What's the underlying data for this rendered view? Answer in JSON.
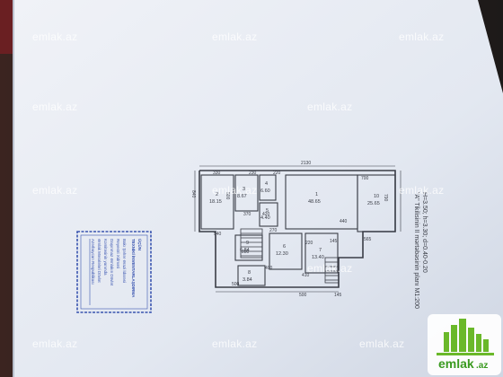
{
  "watermarks": [
    "emlak.az",
    "emlak.az",
    "emlak.az",
    "emlak.az",
    "emlak.az",
    "emlak.az",
    "emlak.az",
    "emlak.az",
    "emlak.az",
    "emlak.az",
    "emlak.az",
    "emlak.az"
  ],
  "plan_title": {
    "line1": "\"A\" Tikilisinin II mərtəbəsinin planı M1:200",
    "line2": "H=3.50; h=3.30; d=0.40-0.20"
  },
  "dimensions": [
    "2130",
    "330",
    "230",
    "220",
    "700",
    "790",
    "840",
    "500",
    "370",
    "420",
    "440",
    "270",
    "565",
    "145",
    "220",
    "280",
    "410",
    "400",
    "500",
    "145",
    "540",
    "500"
  ],
  "rooms": [
    {
      "no": "1",
      "area": "48.65"
    },
    {
      "no": "2",
      "area": "18.15"
    },
    {
      "no": "3",
      "area": "8.67"
    },
    {
      "no": "4",
      "area": "6.60"
    },
    {
      "no": "5",
      "area": "4.40"
    },
    {
      "no": "6",
      "area": "12.30"
    },
    {
      "no": "7",
      "area": "13.40"
    },
    {
      "no": "8",
      "area": "3.84"
    },
    {
      "no": "9",
      "area": "6.84"
    },
    {
      "no": "10",
      "area": "25.65"
    }
  ],
  "stamp": {
    "lines": [
      "Azərbaycan Respublikası",
      "Əmlak Məsələləri Dövlət",
      "Komitəsinin yanında",
      "Daşınmaz Əmlakın Dövlət",
      "Reyestri Xidməti",
      "Bakı Şəhər Ərazi İdarəsi",
      "TEXNİKİ İNVENTARLAŞDIRMA",
      "ÜÇÜN"
    ]
  },
  "brand": {
    "name": "emlak",
    "tld": ".az"
  },
  "colors": {
    "paper": "#e4e9f2",
    "ink": "#3a3d46",
    "stamp": "#3a55b0",
    "brand_green": "#6ab82a"
  }
}
